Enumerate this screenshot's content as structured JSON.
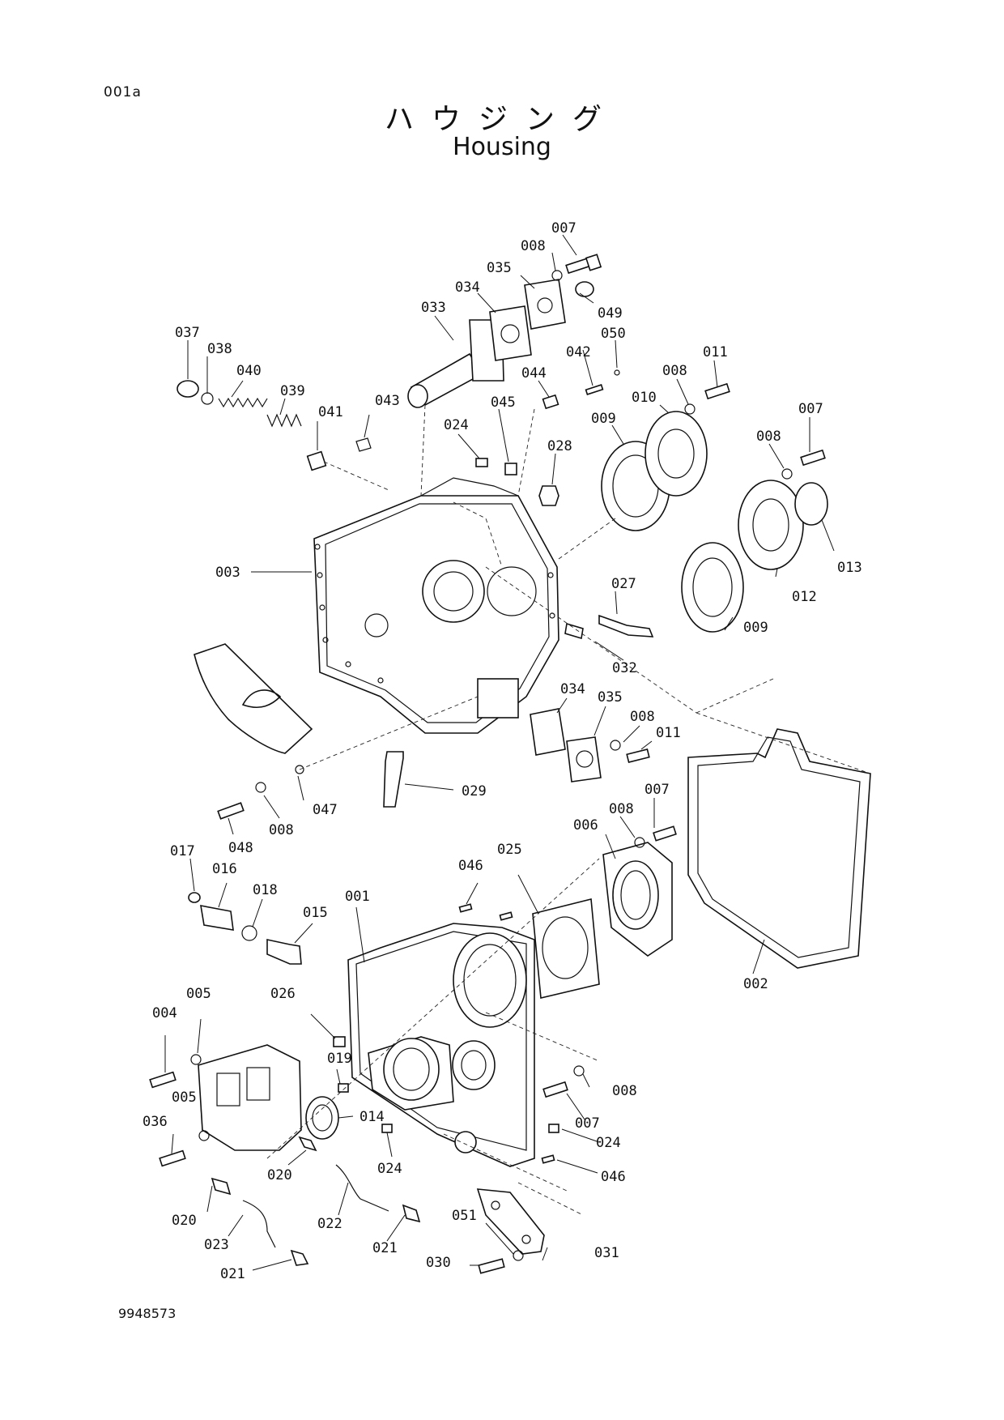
{
  "page_code": "001a",
  "title_jp": "ハウジング",
  "title_en": "Housing",
  "doc_number": "9948573",
  "labels": [
    {
      "id": "l007a",
      "text": "007"
    },
    {
      "id": "l008a",
      "text": "008"
    },
    {
      "id": "l035a",
      "text": "035"
    },
    {
      "id": "l034a",
      "text": "034"
    },
    {
      "id": "l049",
      "text": "049"
    },
    {
      "id": "l033",
      "text": "033"
    },
    {
      "id": "l050",
      "text": "050"
    },
    {
      "id": "l042",
      "text": "042"
    },
    {
      "id": "l037",
      "text": "037"
    },
    {
      "id": "l038",
      "text": "038"
    },
    {
      "id": "l040",
      "text": "040"
    },
    {
      "id": "l039",
      "text": "039"
    },
    {
      "id": "l041",
      "text": "041"
    },
    {
      "id": "l043",
      "text": "043"
    },
    {
      "id": "l044",
      "text": "044"
    },
    {
      "id": "l045",
      "text": "045"
    },
    {
      "id": "l024a",
      "text": "024"
    },
    {
      "id": "l011a",
      "text": "011"
    },
    {
      "id": "l008b",
      "text": "008"
    },
    {
      "id": "l010",
      "text": "010"
    },
    {
      "id": "l009a",
      "text": "009"
    },
    {
      "id": "l028",
      "text": "028"
    },
    {
      "id": "l007b",
      "text": "007"
    },
    {
      "id": "l008c",
      "text": "008"
    },
    {
      "id": "l003",
      "text": "003"
    },
    {
      "id": "l013",
      "text": "013"
    },
    {
      "id": "l012",
      "text": "012"
    },
    {
      "id": "l027",
      "text": "027"
    },
    {
      "id": "l009b",
      "text": "009"
    },
    {
      "id": "l032",
      "text": "032"
    },
    {
      "id": "l034b",
      "text": "034"
    },
    {
      "id": "l035b",
      "text": "035"
    },
    {
      "id": "l008d",
      "text": "008"
    },
    {
      "id": "l011b",
      "text": "011"
    },
    {
      "id": "l029",
      "text": "029"
    },
    {
      "id": "l047",
      "text": "047"
    },
    {
      "id": "l008e",
      "text": "008"
    },
    {
      "id": "l048",
      "text": "048"
    },
    {
      "id": "l007c",
      "text": "007"
    },
    {
      "id": "l008f",
      "text": "008"
    },
    {
      "id": "l006",
      "text": "006"
    },
    {
      "id": "l017",
      "text": "017"
    },
    {
      "id": "l016",
      "text": "016"
    },
    {
      "id": "l018",
      "text": "018"
    },
    {
      "id": "l046a",
      "text": "046"
    },
    {
      "id": "l025",
      "text": "025"
    },
    {
      "id": "l001",
      "text": "001"
    },
    {
      "id": "l015",
      "text": "015"
    },
    {
      "id": "l002",
      "text": "002"
    },
    {
      "id": "l005a",
      "text": "005"
    },
    {
      "id": "l004",
      "text": "004"
    },
    {
      "id": "l026",
      "text": "026"
    },
    {
      "id": "l008g",
      "text": "008"
    },
    {
      "id": "l019",
      "text": "019"
    },
    {
      "id": "l005b",
      "text": "005"
    },
    {
      "id": "l014",
      "text": "014"
    },
    {
      "id": "l007d",
      "text": "007"
    },
    {
      "id": "l036",
      "text": "036"
    },
    {
      "id": "l024b",
      "text": "024"
    },
    {
      "id": "l020a",
      "text": "020"
    },
    {
      "id": "l024c",
      "text": "024"
    },
    {
      "id": "l046b",
      "text": "046"
    },
    {
      "id": "l020b",
      "text": "020"
    },
    {
      "id": "l022",
      "text": "022"
    },
    {
      "id": "l023",
      "text": "023"
    },
    {
      "id": "l021a",
      "text": "021"
    },
    {
      "id": "l051",
      "text": "051"
    },
    {
      "id": "l031",
      "text": "031"
    },
    {
      "id": "l030",
      "text": "030"
    },
    {
      "id": "l021b",
      "text": "021"
    }
  ]
}
